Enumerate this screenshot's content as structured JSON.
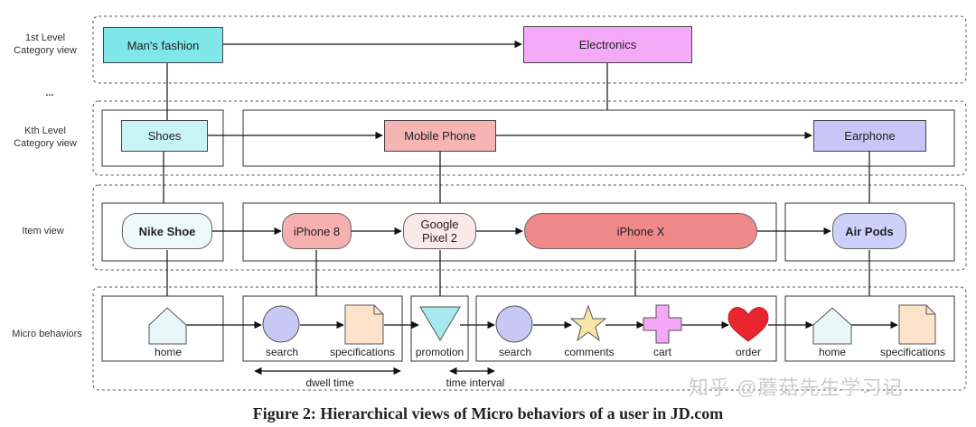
{
  "levels": {
    "first": "1st Level\nCategory  view",
    "ellipsis": "...",
    "kth": "Kth Level\nCategory  view",
    "item": "Item view",
    "micro": "Micro behaviors"
  },
  "first_level": {
    "mans_fashion": "Man's fashion",
    "electronics": "Electronics"
  },
  "kth_level": {
    "shoes": "Shoes",
    "mobile_phone": "Mobile Phone",
    "earphone": "Earphone"
  },
  "items": {
    "nike_shoe": "Nike Shoe",
    "iphone8": "iPhone 8",
    "google_pixel": "Google\nPixel 2",
    "iphonex": "iPhone X",
    "airpods": "Air Pods"
  },
  "micro": {
    "home1": "home",
    "search1": "search",
    "specs1": "specifications",
    "promotion": "promotion",
    "search2": "search",
    "comments": "comments",
    "cart": "cart",
    "order": "order",
    "home2": "home",
    "specs2": "specifications"
  },
  "annotations": {
    "dwell": "dwell time",
    "interval": "time interval"
  },
  "caption": "Figure 2: Hierarchical views of Micro behaviors of a user in JD.com",
  "watermark": "知乎 @蘑菇先生学习记",
  "colors": {
    "cyan": "#7fe6ea",
    "magenta": "#f4aaf7",
    "light_cyan": "#c9f4f4",
    "pink": "#f6b4b4",
    "lavender": "#c6c6f7",
    "red_pill": "#f08a8a",
    "lavender_pill": "#cdd0fb"
  }
}
